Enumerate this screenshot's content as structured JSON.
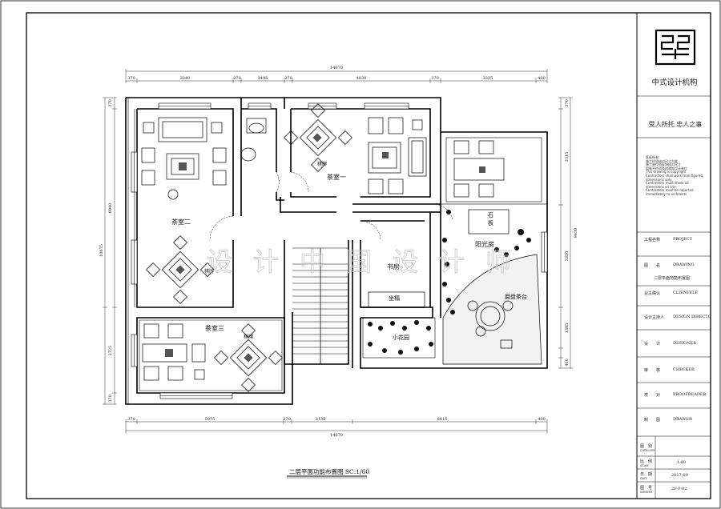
{
  "drawing_title": "二层平面功能布置图 SC:1/60",
  "dimensions": {
    "overall_top": "14670",
    "overall_bottom": "14670",
    "top_segments": [
      "370",
      "3340",
      "270",
      "1495",
      "270",
      "4830",
      "370",
      "3325",
      "400"
    ],
    "bottom_segments": [
      "370",
      "5075",
      "270",
      "2135",
      "6415",
      "400"
    ],
    "left_segments": [
      "370",
      "6940",
      "10675",
      "2725",
      "370"
    ],
    "right_segments": [
      "370",
      "3315",
      "9430",
      "3320",
      "1385",
      "400"
    ]
  },
  "rooms": {
    "tea_room_1": "茶室一",
    "tea_room_2": "茶室二",
    "tea_room_3": "茶室三",
    "chess_1": "棋牌",
    "chess_2": "棋牌",
    "chess_3": "棋牌",
    "study": "书房",
    "sunroom": "阳光房",
    "stone_1": "石",
    "stone_2": "板",
    "tea_table": "磨盘茶台",
    "small_garden": "小花园",
    "seat_bench": "坐榻"
  },
  "watermark": "设计中国设计师",
  "title_block": {
    "company": "中式设计机构",
    "slogan": "受人所托 忠人之事",
    "notes": [
      "版权所有",
      "施工时须核对尺寸为准",
      "施工单位须现场核对尺寸",
      "如有不符须及时通知设计单位",
      "This drawing is copyright",
      "Contractors shall work from figured",
      "dimensions only",
      "Contractors must check all",
      "dimensions on site",
      "Contractors must be reported",
      "immediately to architects"
    ],
    "rows": [
      {
        "label": "工程名称",
        "value": "PROJECT"
      },
      {
        "label": "图　　名",
        "value": "DRAWING",
        "sub": "二层平面功能布置图"
      },
      {
        "label": "业主确认",
        "value": "CLIENTELE"
      },
      {
        "label": "设计主持人",
        "value": "DESIGN DIRECTO"
      },
      {
        "label": "设　　计",
        "value": "DESIGNER"
      },
      {
        "label": "审　　核",
        "value": "CHECKER"
      },
      {
        "label": "校　　对",
        "value": "PROOFREADER"
      },
      {
        "label": "制　　图",
        "value": "DRAWER"
      }
    ],
    "footer": [
      {
        "label": "图　别",
        "en": "CATEGORY",
        "value": ""
      },
      {
        "label": "比　例",
        "en": "SCALE",
        "value": "1:60"
      },
      {
        "label": "日　期",
        "en": "DATE",
        "value": "2017-09"
      },
      {
        "label": "图　号",
        "en": "NUMBER",
        "value": "2F-P-02"
      }
    ]
  }
}
